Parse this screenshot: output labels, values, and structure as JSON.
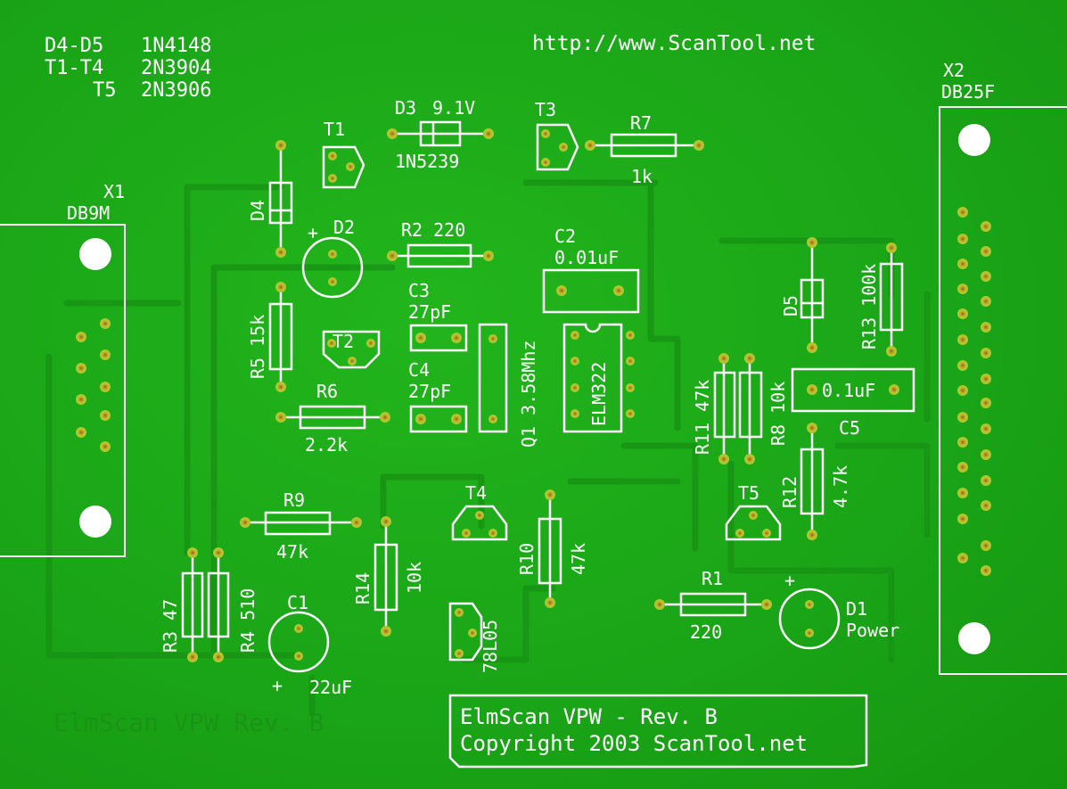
{
  "board": {
    "url": "http://www.ScanTool.net",
    "title": "ElmScan VPW - Rev. B",
    "copyright": "Copyright 2003 ScanTool.net"
  },
  "legend": {
    "line1_ref": "D4-D5",
    "line1_part": "1N4148",
    "line2_ref": "T1-T4",
    "line2_part": "2N3904",
    "line3_ref": "T5",
    "line3_part": "2N3906"
  },
  "connectors": {
    "x1_ref": "X1",
    "x1_type": "DB9M",
    "x2_ref": "X2",
    "x2_type": "DB25F"
  },
  "components": {
    "d3_ref": "D3",
    "d3_value": "9.1V",
    "d3_part": "1N5239",
    "t1": "T1",
    "t2": "T2",
    "t3": "T3",
    "t4": "T4",
    "t5": "T5",
    "r7_ref": "R7",
    "r7_value": "1k",
    "d4_ref": "D4",
    "d2_ref": "D2",
    "d2_plus": "+",
    "r2_label": "R2 220",
    "c2_ref": "C2",
    "c2_value": "0.01uF",
    "c3_ref": "C3",
    "c3_value": "27pF",
    "c4_ref": "C4",
    "c4_value": "27pF",
    "q1_label": "Q1 3.58Mhz",
    "ic_label": "ELM322",
    "r5_label": "R5 15k",
    "r6_ref": "R6",
    "r6_value": "2.2k",
    "d5_ref": "D5",
    "r13_label": "R13 100k",
    "r11_label": "R11 47k",
    "r8_label": "R8 10k",
    "c5_ref": "C5",
    "c5_value": "0.1uF",
    "r12_ref": "R12",
    "r12_value": "4.7k",
    "r9_ref": "R9",
    "r9_value": "47k",
    "r10_ref": "R10",
    "r10_value": "47k",
    "r14_ref": "R14",
    "r14_value": "10k",
    "r3_label": "R3 47",
    "r4_label": "R4 510",
    "c1_ref": "C1",
    "c1_value": "22uF",
    "c1_plus": "+",
    "reg_label": "78L05",
    "r1_ref": "R1",
    "r1_value": "220",
    "d1_ref": "D1",
    "d1_value": "Power",
    "d1_plus": "+"
  }
}
